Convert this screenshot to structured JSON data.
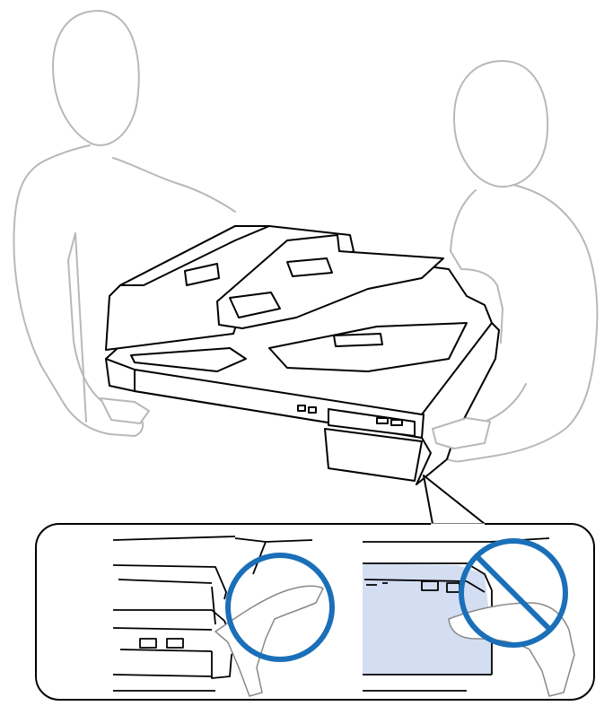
{
  "figure": {
    "type": "instruction-illustration",
    "colors": {
      "outline": "#000000",
      "person": "#b8b8b8",
      "correct": "#1a6fb8",
      "prohibited": "#1a6fb8",
      "highlight": "#d3def2",
      "background": "#ffffff"
    },
    "icons": [
      "person-silhouette",
      "scanner",
      "ok-circle-icon",
      "prohibited-icon"
    ]
  }
}
